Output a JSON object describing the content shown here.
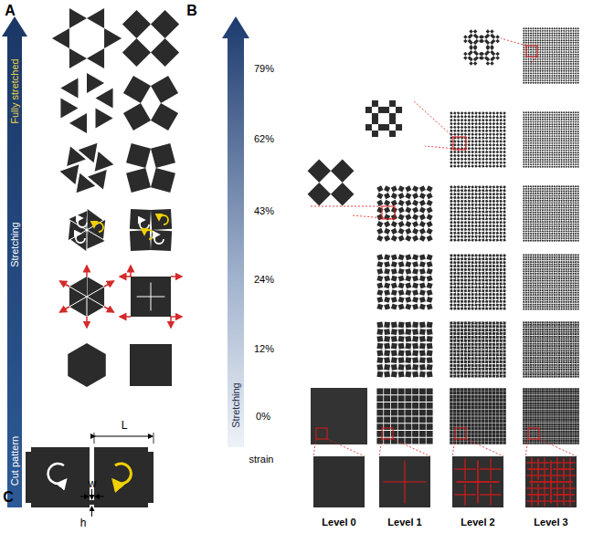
{
  "diagram": {
    "labels": [
      "A",
      "Fully stretched",
      "Stretching",
      "Cut pattern",
      "C",
      "L",
      "w",
      "h",
      "B",
      "79%",
      "62%",
      "43%",
      "24%",
      "12%",
      "0%",
      "Stretching",
      "strain",
      "Level 0",
      "Level 1",
      "Level 2",
      "Level 3"
    ]
  }
}
